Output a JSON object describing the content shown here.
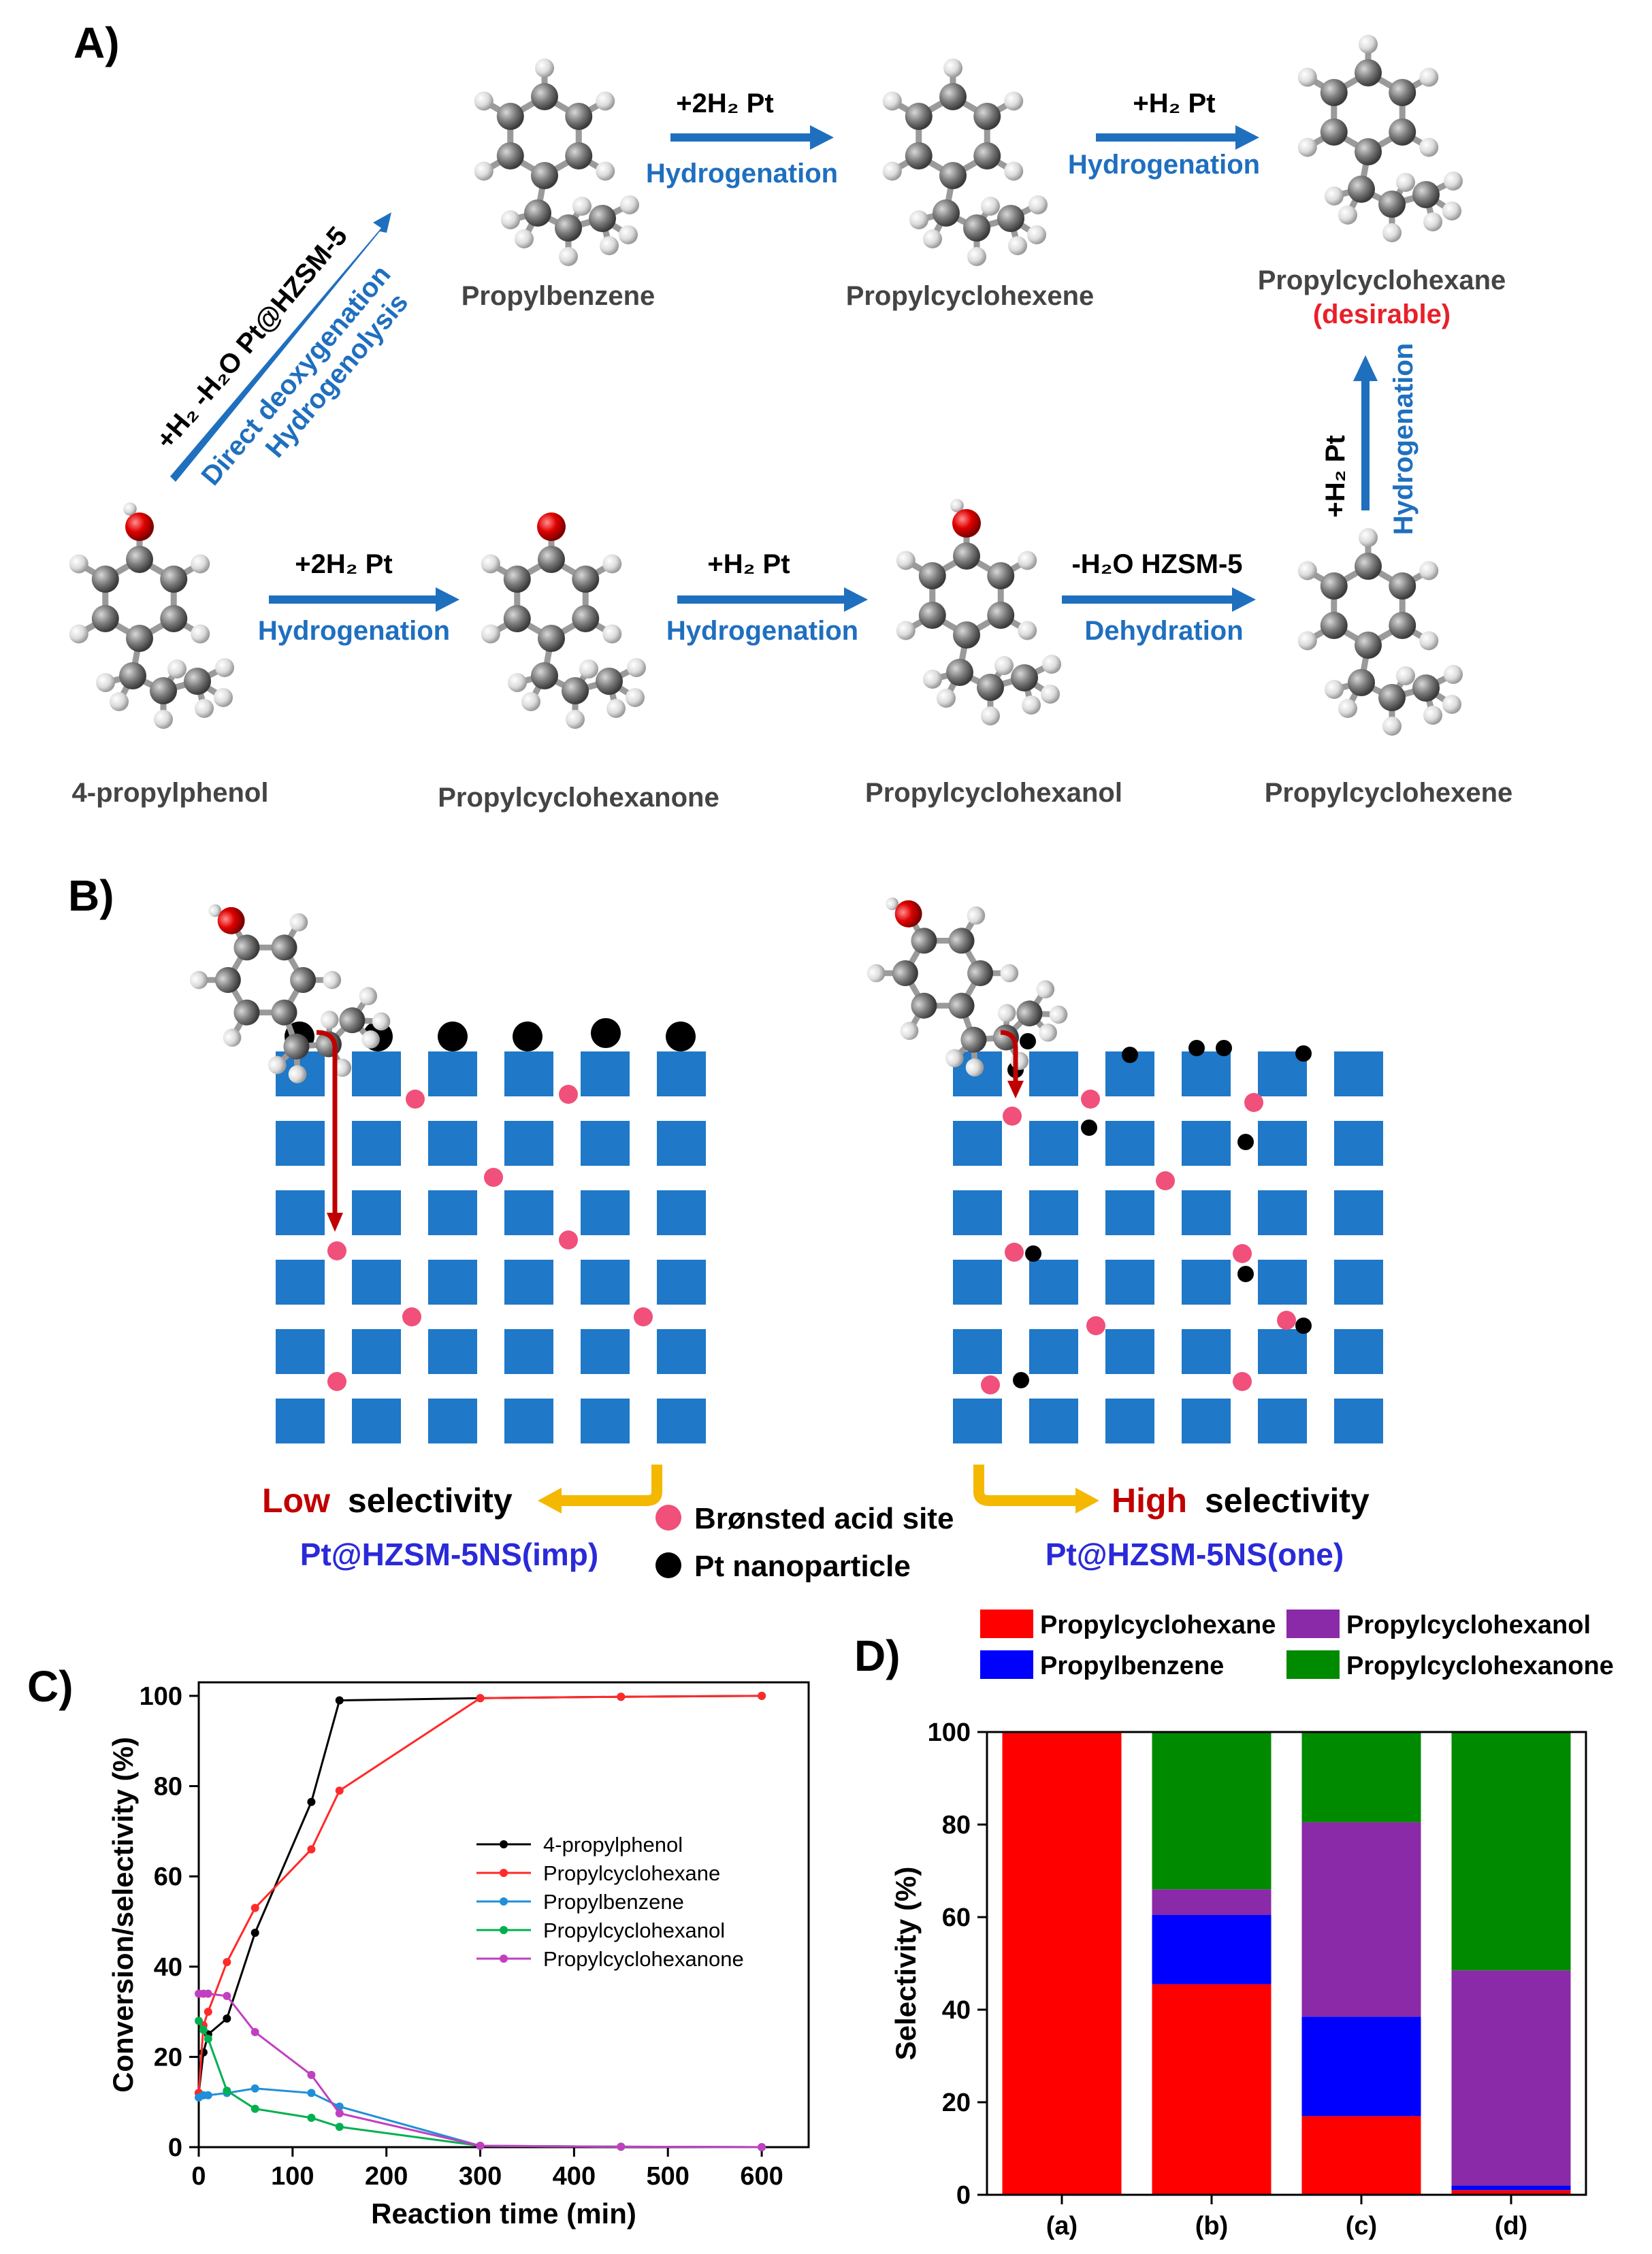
{
  "colors": {
    "arrow_blue": "#1f6fbf",
    "reaction_blue": "#1f6fbf",
    "desirable_red": "#e8202a",
    "acid_site": "#f0507a",
    "pt_particle": "#000000",
    "block_blue": "#1f78c8",
    "process_arrow_red": "#c00000",
    "select_arrow_yellow": "#f5b800",
    "catalyst_label": "#2a2ad8",
    "low_high_red": "#c00000"
  },
  "panel_a": {
    "label": "A)",
    "compounds": {
      "propylbenzene": "Propylbenzene",
      "propylcyclohexene_top": "Propylcyclohexene",
      "propylcyclohexane": "Propylcyclohexane",
      "desirable": "(desirable)",
      "propylphenol": "4-propylphenol",
      "propylcyclohexanone": "Propylcyclohexanone",
      "propylcyclohexanol": "Propylcyclohexanol",
      "propylcyclohexene_bottom": "Propylcyclohexene"
    },
    "reactions": {
      "top1_reagent": "+2H₂ Pt",
      "top1_type": "Hydrogenation",
      "top2_reagent": "+H₂ Pt",
      "top2_type": "Hydrogenation",
      "diag_reagent": "+H₂ -H₂O Pt@HZSM-5",
      "diag_type1": "Direct  deoxygenation",
      "diag_type2": "Hydrogenolysis",
      "bot1_reagent": "+2H₂ Pt",
      "bot1_type": "Hydrogenation",
      "bot2_reagent": "+H₂ Pt",
      "bot2_type": "Hydrogenation",
      "bot3_reagent": "-H₂O HZSM-5",
      "bot3_type": "Dehydration",
      "vert_reagent": "+H₂ Pt",
      "vert_type": "Hydrogenation"
    }
  },
  "panel_b": {
    "label": "B)",
    "low": "Low",
    "high": "High",
    "selectivity": "selectivity",
    "legend_acid": "Brønsted acid site",
    "legend_pt": "Pt nanoparticle",
    "catalyst_left": "Pt@HZSM-5NS(imp)",
    "catalyst_right": "Pt@HZSM-5NS(one)"
  },
  "panel_c": {
    "label": "C)",
    "chart_data": {
      "type": "line",
      "xlabel": "Reaction time (min)",
      "ylabel": "Conversion/selectivity (%)",
      "xlim": [
        0,
        650
      ],
      "ylim": [
        0,
        103
      ],
      "xticks": [
        0,
        100,
        200,
        300,
        400,
        500,
        600
      ],
      "yticks": [
        0,
        20,
        40,
        60,
        80,
        100
      ],
      "legend_position": "center-right",
      "series": [
        {
          "name": "4-propylphenol",
          "color": "#000000",
          "x": [
            0,
            5,
            10,
            30,
            60,
            120,
            150,
            300,
            450,
            600
          ],
          "y": [
            12,
            21,
            25,
            28.5,
            47.5,
            76.5,
            99,
            99.5,
            99.8,
            100
          ]
        },
        {
          "name": "Propylcyclohexane",
          "color": "#ff2a2a",
          "x": [
            0,
            5,
            10,
            30,
            60,
            120,
            150,
            300,
            450,
            600
          ],
          "y": [
            12,
            27,
            30,
            41,
            53,
            66,
            79,
            99.5,
            99.8,
            100
          ]
        },
        {
          "name": "Propylbenzene",
          "color": "#1f8fd8",
          "x": [
            0,
            5,
            10,
            30,
            60,
            120,
            150,
            300,
            450,
            600
          ],
          "y": [
            11,
            11.5,
            11.5,
            12,
            13,
            12,
            9,
            0.3,
            0.1,
            0
          ]
        },
        {
          "name": "Propylcyclohexanol",
          "color": "#00b050",
          "x": [
            0,
            5,
            10,
            30,
            60,
            120,
            150,
            300,
            450,
            600
          ],
          "y": [
            28,
            26,
            24,
            12.5,
            8.5,
            6.5,
            4.5,
            0.3,
            0.1,
            0
          ]
        },
        {
          "name": "Propylcyclohexanone",
          "color": "#c040c0",
          "x": [
            0,
            5,
            10,
            30,
            60,
            120,
            150,
            300,
            450,
            600
          ],
          "y": [
            34,
            34,
            34,
            33.5,
            25.5,
            16,
            7.5,
            0.3,
            0.1,
            0
          ]
        }
      ]
    }
  },
  "panel_d": {
    "label": "D)",
    "chart_data": {
      "type": "bar",
      "stacked": true,
      "categories": [
        "(a)",
        "(b)",
        "(c)",
        "(d)"
      ],
      "ylabel": "Selectivity (%)",
      "ylim": [
        0,
        100
      ],
      "yticks": [
        0,
        20,
        40,
        60,
        80,
        100
      ],
      "legend_position": "top",
      "series": [
        {
          "name": "Propylcyclohexane",
          "color": "#ff0000",
          "values": [
            100,
            45.5,
            17,
            1
          ]
        },
        {
          "name": "Propylbenzene",
          "color": "#0000ff",
          "values": [
            0,
            15,
            21.5,
            1
          ]
        },
        {
          "name": "Propylcyclohexanol",
          "color": "#8a2aa8",
          "values": [
            0,
            5.5,
            42,
            46.5
          ]
        },
        {
          "name": "Propylcyclohexanone",
          "color": "#008a00",
          "values": [
            0,
            34,
            19.5,
            51.5
          ]
        }
      ]
    }
  }
}
